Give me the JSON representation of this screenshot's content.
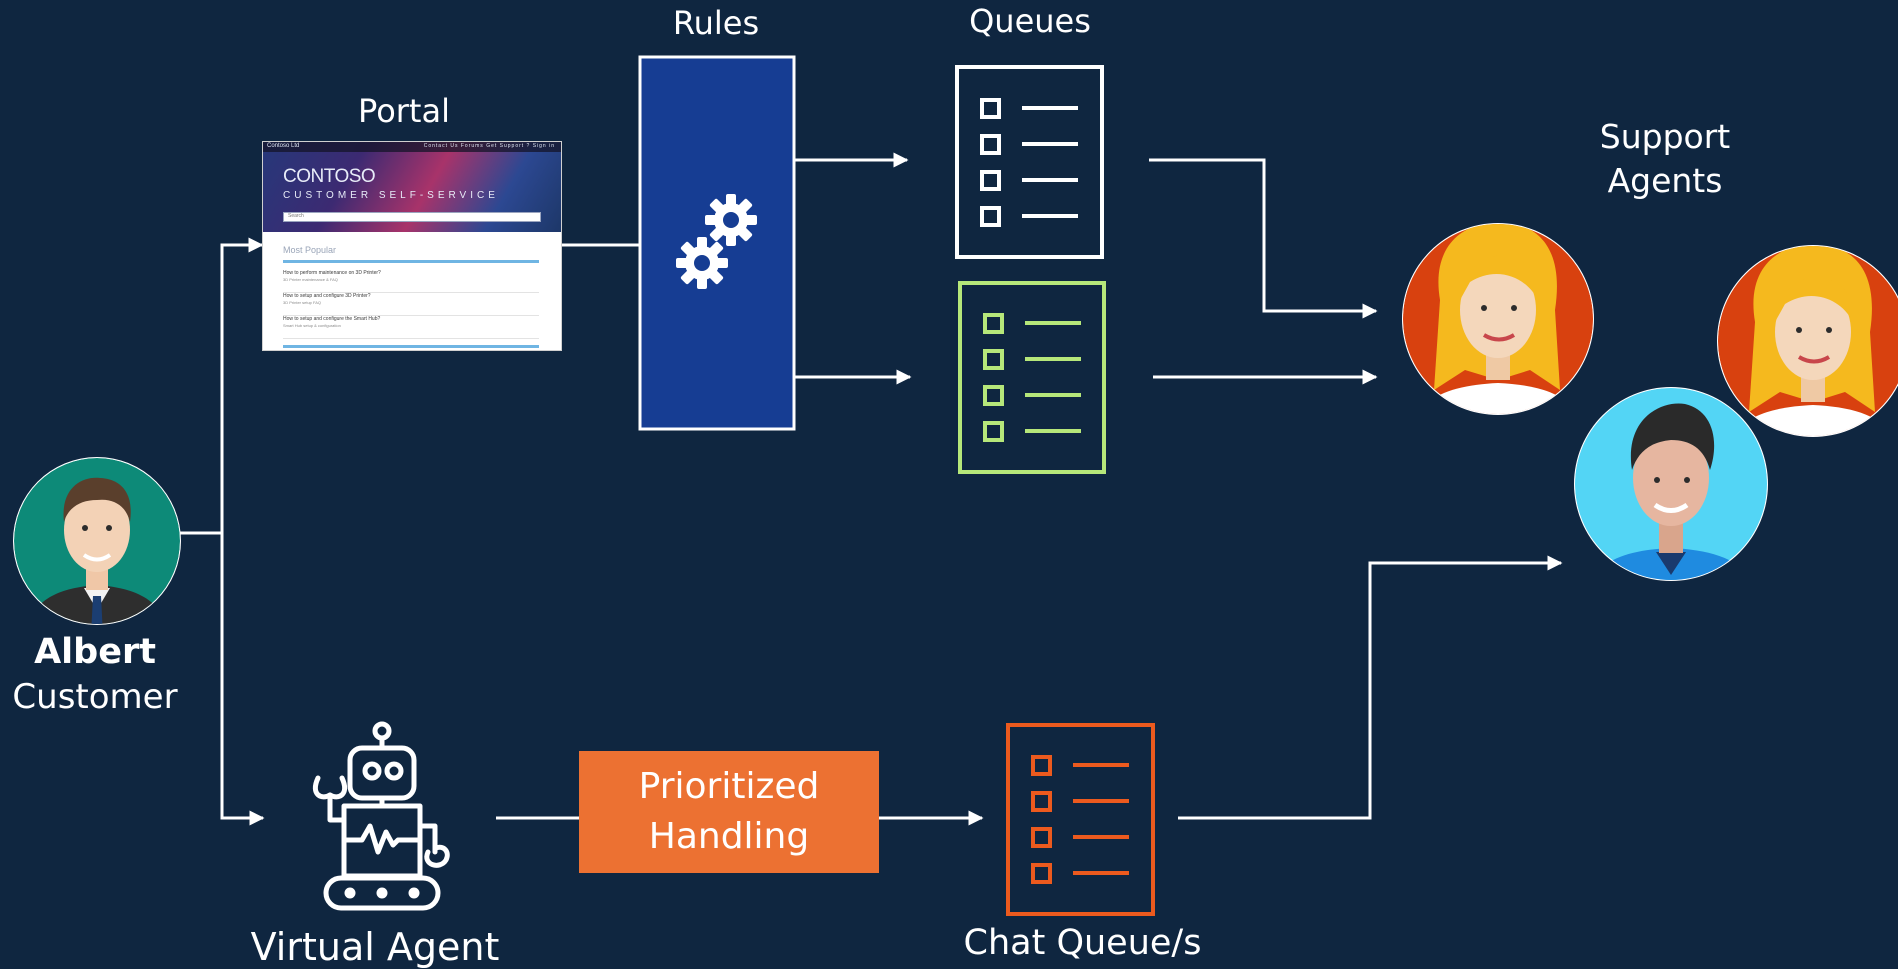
{
  "labels": {
    "rules": "Rules",
    "queues": "Queues",
    "portal": "Portal",
    "support_agents": "Support\nAgents",
    "customer_name": "Albert",
    "customer_role": "Customer",
    "virtual_agent": "Virtual Agent",
    "prioritized_handling": "Prioritized\nHandling",
    "chat_queues": "Chat Queue/s"
  },
  "portal": {
    "brand": "Contoso Ltd",
    "nav": "Contact Us   Forums   Get Support   ?   Sign in",
    "logo": "CONTOSO",
    "tagline": "CUSTOMER SELF-SERVICE",
    "search_placeholder": "Search",
    "section_heading": "Most Popular",
    "items": [
      {
        "title": "How to perform maintenance on 3D Printer?",
        "sub": "3D Printer maintenance & FAQ"
      },
      {
        "title": "How to setup and configure 3D Printer?",
        "sub": "3D Printer setup FAQ"
      },
      {
        "title": "How to setup and configure the Smart Hub?",
        "sub": "Smart Hub setup & configuration"
      }
    ]
  },
  "colors": {
    "background": "#0f2640",
    "line": "#ffffff",
    "rules_box": "#163d93",
    "queue_white": "#ffffff",
    "queue_green": "#b6e77a",
    "queue_orange": "#ec5a1e",
    "prioritized_fill": "#ec7132",
    "customer_bg": "#0d8a78",
    "agent_female_bg": "#d8410f",
    "agent_male_bg": "#53d5f5"
  },
  "icons": {
    "rules": "gears-icon",
    "queue": "checklist-icon",
    "virtual_agent": "robot-icon",
    "customer": "avatar-businessman",
    "agents": [
      "avatar-female-agent",
      "avatar-female-agent",
      "avatar-male-agent"
    ]
  }
}
